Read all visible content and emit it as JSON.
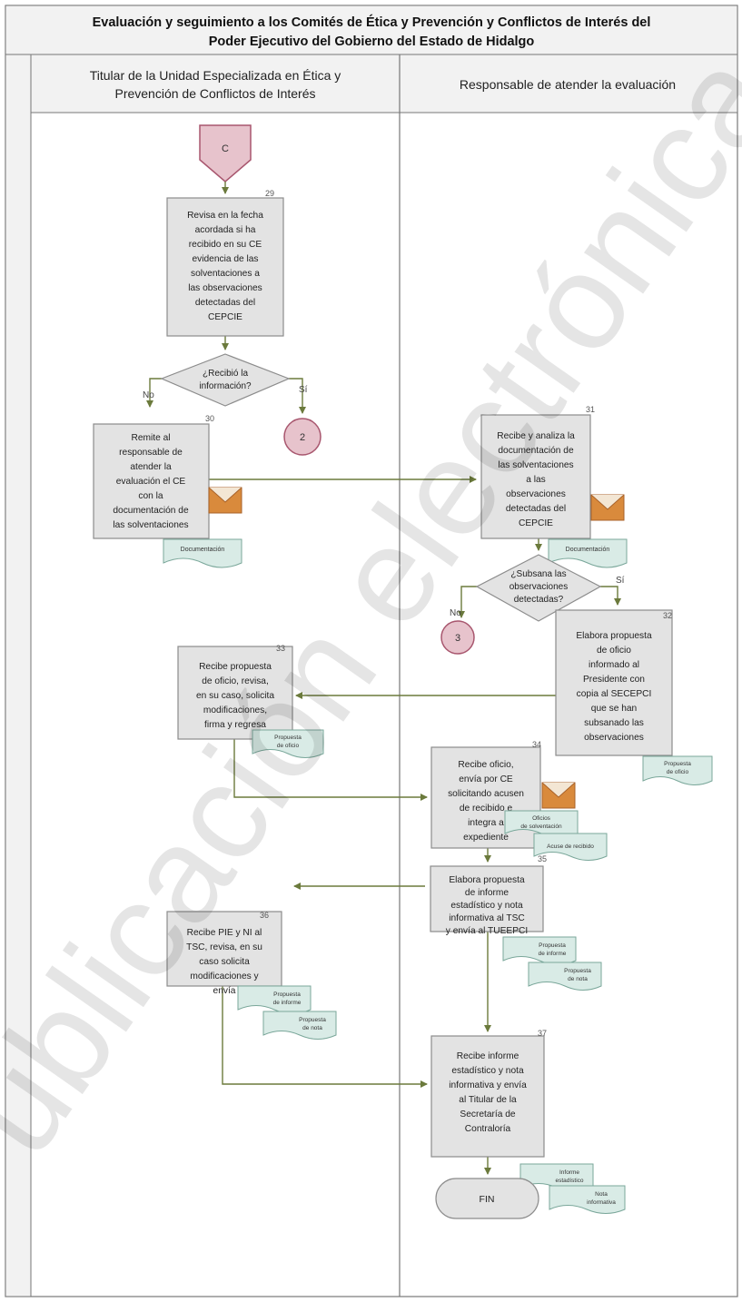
{
  "title_lines": [
    "Evaluación y seguimiento a los Comités de Ética y Prevención y Conflictos de Interés del",
    "Poder Ejecutivo del Gobierno del Estado de Hidalgo"
  ],
  "lanes": [
    {
      "lines": [
        "Titular de la Unidad Especializada en Ética y",
        "Prevención de Conflictos de Interés"
      ]
    },
    {
      "lines": [
        "Responsable de atender la evaluación"
      ]
    }
  ],
  "connectors": {
    "c": "C",
    "two": "2",
    "three": "3"
  },
  "step_numbers": {
    "s29": "29",
    "s30": "30",
    "s31": "31",
    "s32": "32",
    "s33": "33",
    "s34": "34",
    "s35": "35",
    "s36": "36",
    "s37": "37"
  },
  "steps": {
    "s29": [
      "Revisa en la fecha",
      "acordada si ha",
      "recibido en su CE",
      "evidencia de las",
      "solventaciones a",
      "las observaciones",
      "detectadas del",
      "CEPCIE"
    ],
    "s30": [
      "Remite al",
      "responsable de",
      "atender la",
      "evaluación el CE",
      "con la",
      "documentación de",
      "las solventaciones"
    ],
    "s31": [
      "Recibe y analiza la",
      "documentación de",
      "las solventaciones",
      "a las",
      "observaciones",
      "detectadas del",
      "CEPCIE"
    ],
    "s32": [
      "Elabora propuesta",
      "de oficio",
      "informado al",
      "Presidente con",
      "copia al SECEPCI",
      "que se han",
      "subsanado las",
      "observaciones"
    ],
    "s33": [
      "Recibe propuesta",
      "de oficio, revisa,",
      "en su caso, solicita",
      "modificaciones,",
      "firma y regresa"
    ],
    "s34": [
      "Recibe oficio,",
      "envía por CE",
      "solicitando acusen",
      "de recibido e",
      "integra a",
      "expediente"
    ],
    "s35": [
      "Elabora propuesta",
      "de informe",
      "estadístico y nota",
      "informativa al TSC",
      "y envía al TUEEPCI"
    ],
    "s36": [
      "Recibe PIE y NI al",
      "TSC, revisa, en su",
      "caso solicita",
      "modificaciones y",
      "envía"
    ],
    "s37": [
      "Recibe informe",
      "estadístico y nota",
      "informativa y envía",
      "al Titular de la",
      "Secretaría de",
      "Contraloría"
    ]
  },
  "decisions": {
    "d1": {
      "lines": [
        "¿Recibió la",
        "información?"
      ],
      "no": "No",
      "yes": "Sí"
    },
    "d2": {
      "lines": [
        "¿Subsana las",
        "observaciones",
        "detectadas?"
      ],
      "no": "No",
      "yes": "Sí"
    }
  },
  "documents": {
    "doc30": [
      "Documentación"
    ],
    "doc31": [
      "Documentación"
    ],
    "doc32": [
      "Propuesta",
      "de oficio"
    ],
    "doc33": [
      "Propuesta",
      "de oficio"
    ],
    "doc34a": [
      "Oficios",
      "de solventación"
    ],
    "doc34b": [
      "Acuse de recibido"
    ],
    "doc35a": [
      "Propuesta",
      "de informe"
    ],
    "doc35b": [
      "Propuesta",
      "de nota"
    ],
    "doc36a": [
      "Propuesta",
      "de informe"
    ],
    "doc36b": [
      "Propuesta",
      "de nota"
    ],
    "doc37a": [
      "Informe",
      "estadístico"
    ],
    "doc37b": [
      "Nota",
      "informativa"
    ]
  },
  "end_label": "FIN",
  "watermark": "Publicación electrónica",
  "colors": {
    "box_fill": "#e3e3e3",
    "box_stroke": "#8c8c8c",
    "connector_fill": "#e7c3cc",
    "connector_stroke": "#a8566e",
    "arrow": "#6b7a3c",
    "doc_fill": "#d9ebe6",
    "doc_stroke": "#7aa79a",
    "envelope": "#d98a3c",
    "header_fill": "#f2f2f2"
  }
}
